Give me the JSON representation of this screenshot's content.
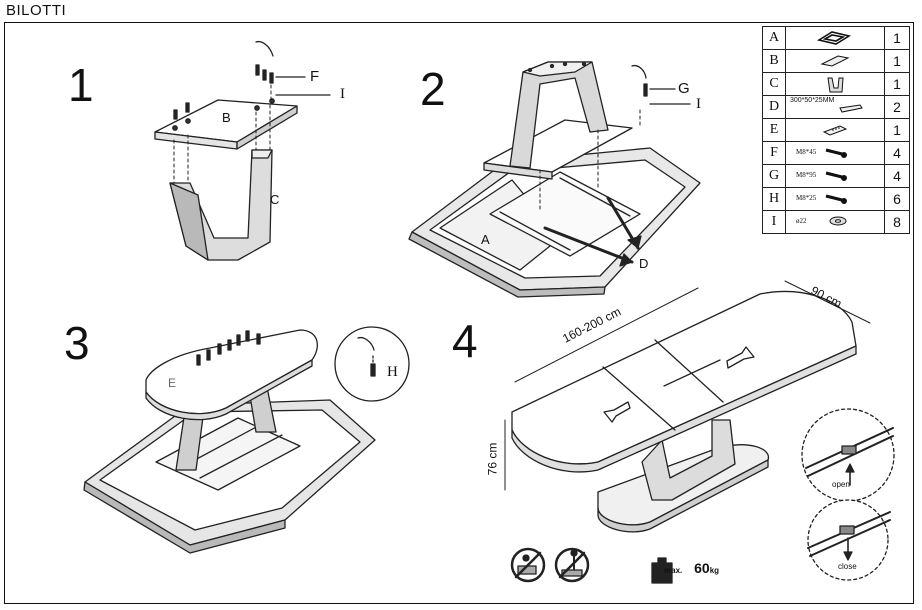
{
  "brand": "BILOTTI",
  "steps": [
    "1",
    "2",
    "3",
    "4"
  ],
  "parts": [
    {
      "letter": "A",
      "code": "",
      "qty": "1",
      "icon": "frame-part-icon"
    },
    {
      "letter": "B",
      "code": "",
      "qty": "1",
      "icon": "plate-part-icon"
    },
    {
      "letter": "C",
      "code": "",
      "qty": "1",
      "icon": "leg-part-icon"
    },
    {
      "letter": "D",
      "code": "300*50*25MM",
      "qty": "2",
      "icon": "beam-part-icon"
    },
    {
      "letter": "E",
      "code": "",
      "qty": "1",
      "icon": "bracket-part-icon"
    },
    {
      "letter": "F",
      "code": "M8*45",
      "qty": "4",
      "icon": "bolt-icon"
    },
    {
      "letter": "G",
      "code": "M8*95",
      "qty": "4",
      "icon": "bolt-icon"
    },
    {
      "letter": "H",
      "code": "M8*25",
      "qty": "6",
      "icon": "bolt-icon"
    },
    {
      "letter": "I",
      "code": "ø22",
      "qty": "8",
      "icon": "washer-icon"
    }
  ],
  "callouts": {
    "s1_f": "F",
    "s1_i": "I",
    "s1_b": "B",
    "s1_c": "C",
    "s2_g": "G",
    "s2_i": "I",
    "s2_a": "A",
    "s2_d": "D",
    "s3_e": "E",
    "s3_h": "H"
  },
  "dimensions": {
    "length": "160-200 cm",
    "width": "90 cm",
    "height": "76 cm"
  },
  "slide": {
    "open": "open",
    "close": "close"
  },
  "weight": {
    "prefix": "max.",
    "value": "60",
    "unit": "kg"
  }
}
